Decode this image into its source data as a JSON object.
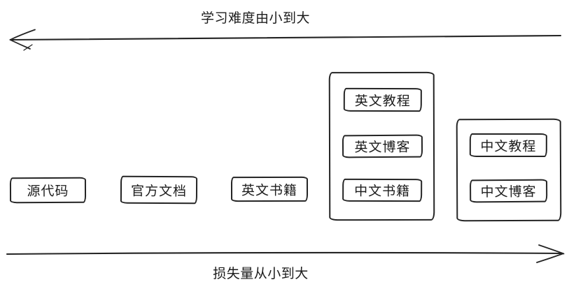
{
  "diagram": {
    "top_axis": {
      "label": "学习难度由小到大",
      "direction": "left"
    },
    "bottom_axis": {
      "label": "损失量从小到大",
      "direction": "right"
    },
    "standalone_boxes": [
      {
        "label": "源代码"
      },
      {
        "label": "官方文档"
      },
      {
        "label": "英文书籍"
      }
    ],
    "groups": [
      {
        "items": [
          {
            "label": "英文教程"
          },
          {
            "label": "英文博客"
          },
          {
            "label": "中文书籍"
          }
        ]
      },
      {
        "items": [
          {
            "label": "中文教程"
          },
          {
            "label": "中文博客"
          }
        ]
      }
    ],
    "colors": {
      "stroke": "#242424",
      "background": "#ffffff"
    }
  }
}
